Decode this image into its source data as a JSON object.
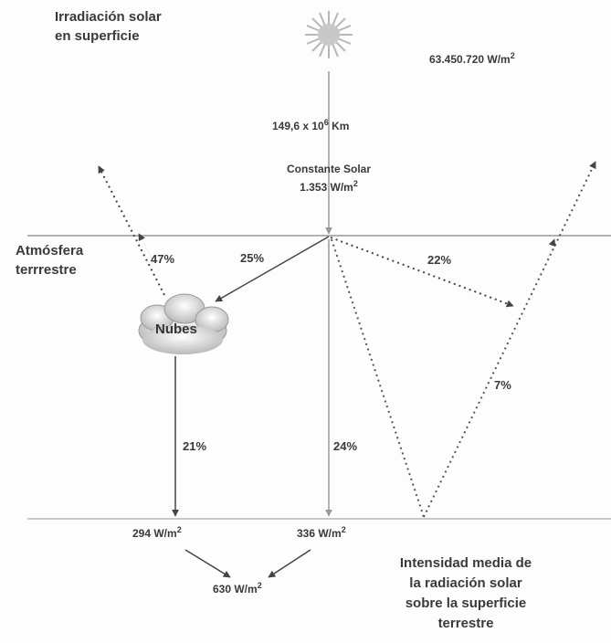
{
  "header": {
    "title_line1": "Irradiación solar",
    "title_line2": "en superficie",
    "solar_power": "63.450.720 W/m",
    "solar_power_sup": "2"
  },
  "sun": {
    "distance": "149,6 x 10",
    "distance_sup": "6",
    "distance_unit": " Km",
    "constant_label": "Constante Solar",
    "constant_value": "1.353 W/m",
    "constant_sup": "2"
  },
  "atmosphere": {
    "line1": "Atmósfera",
    "line2": "terrrestre"
  },
  "percentages": {
    "reflected_clouds": "47%",
    "to_clouds": "25%",
    "scattered": "22%",
    "from_clouds": "21%",
    "direct": "24%",
    "diffuse_up": "7%"
  },
  "clouds": {
    "label": "Nubes"
  },
  "surface": {
    "left_value": "294 W/m",
    "left_sup": "2",
    "right_value": "336 W/m",
    "right_sup": "2",
    "total_value": "630 W/m",
    "total_sup": "2"
  },
  "caption": {
    "line1": "Intensidad media de",
    "line2": "la radiación solar",
    "line3": "sobre la superficie",
    "line4": "terrestre"
  }
}
